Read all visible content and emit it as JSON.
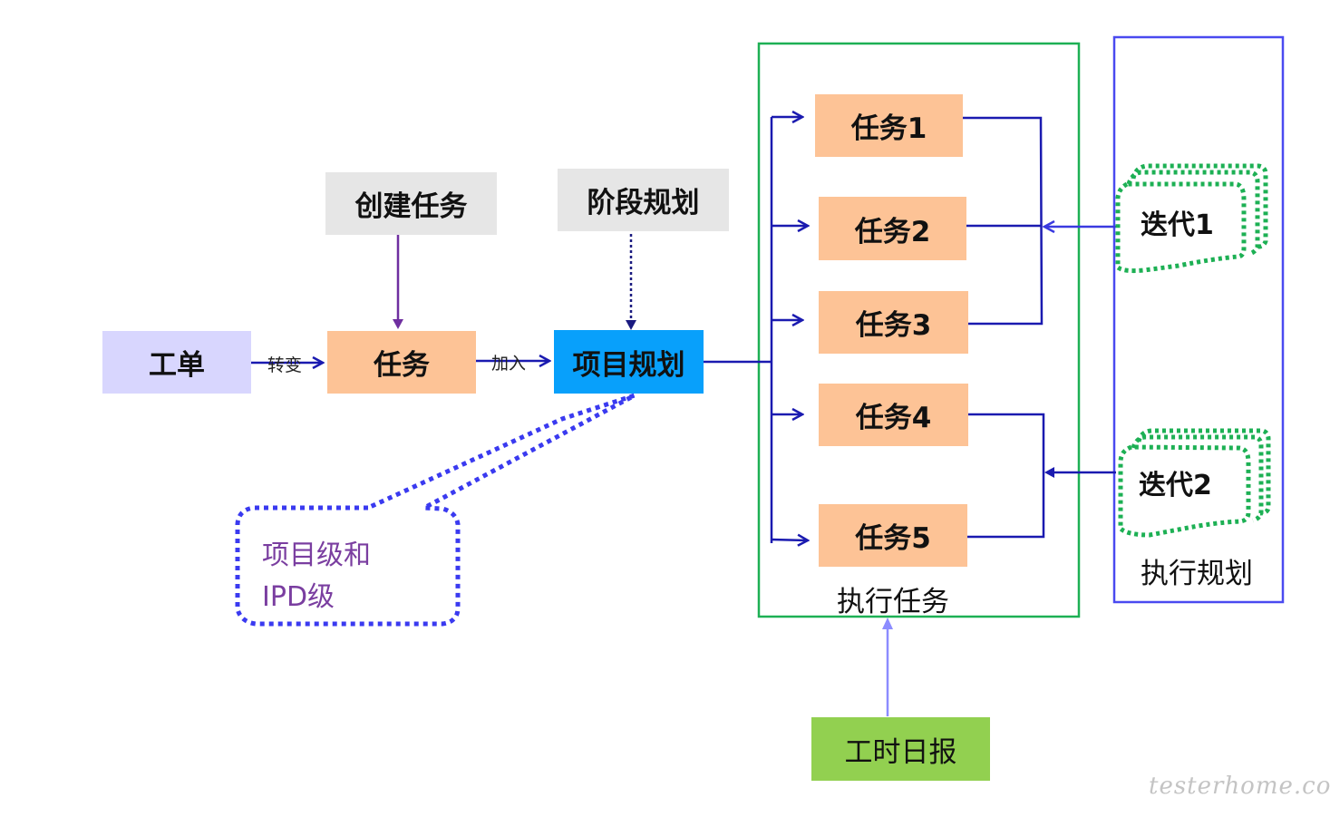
{
  "diagram": {
    "nodes": {
      "work_order": "工单",
      "create_task": "创建任务",
      "task": "任务",
      "stage_planning": "阶段规划",
      "project_planning": "项目规划",
      "task1": "任务1",
      "task2": "任务2",
      "task3": "任务3",
      "task4": "任务4",
      "task5": "任务5",
      "iteration1": "迭代1",
      "iteration2": "迭代2",
      "daily_timesheet": "工时日报"
    },
    "groups": {
      "execute_tasks": "执行任务",
      "execution_planning": "执行规划"
    },
    "edge_labels": {
      "convert": "转变",
      "join": "加入"
    },
    "note": {
      "line1": "项目级和",
      "line2": "IPD级"
    },
    "colors": {
      "work_order": "#d8d6fe",
      "gray_box": "#e6e6e6",
      "task_box": "#fdc396",
      "project_box": "#08a0fb",
      "timesheet_box": "#92d050",
      "connector": "#1a1ab0",
      "group_execute_border": "#1db054",
      "group_planning_border": "#4a4af0",
      "iteration_border": "#1db054",
      "note_border": "#3a3af0"
    }
  },
  "watermark": "testerhome.com"
}
